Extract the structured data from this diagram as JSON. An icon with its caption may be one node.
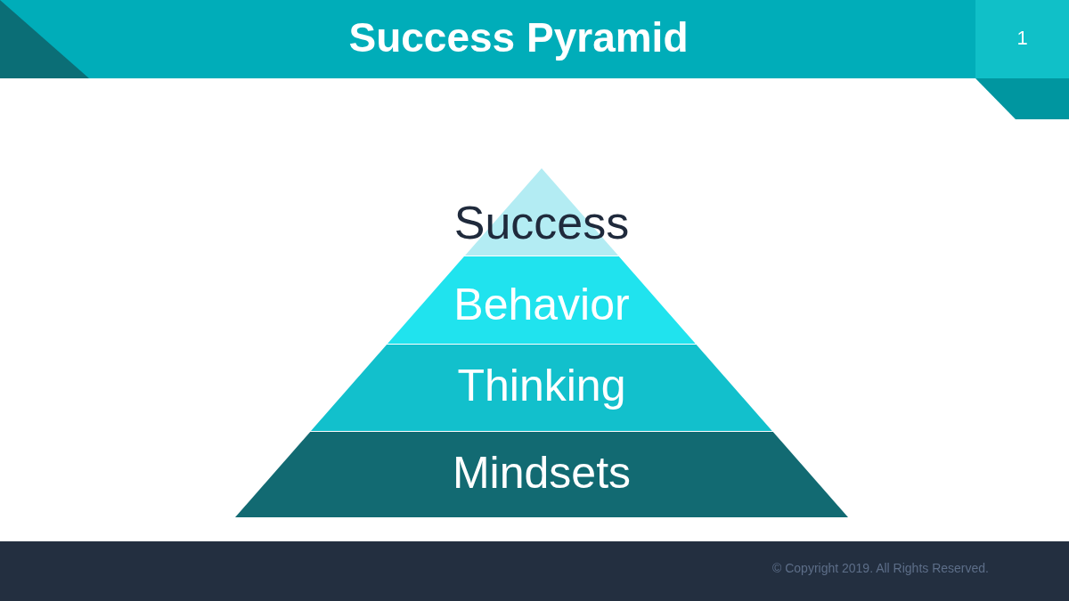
{
  "diagram": {
    "title": "Success Pyramid",
    "nodes": [
      {
        "text": [
          "Success"
        ]
      },
      {
        "text": [
          "Behavior"
        ]
      },
      {
        "text": [
          "Thinking"
        ]
      },
      {
        "text": [
          "Mindsets"
        ]
      }
    ],
    "labels": [
      "1",
      "© Copyright 2019. All Rights Reserved."
    ]
  }
}
